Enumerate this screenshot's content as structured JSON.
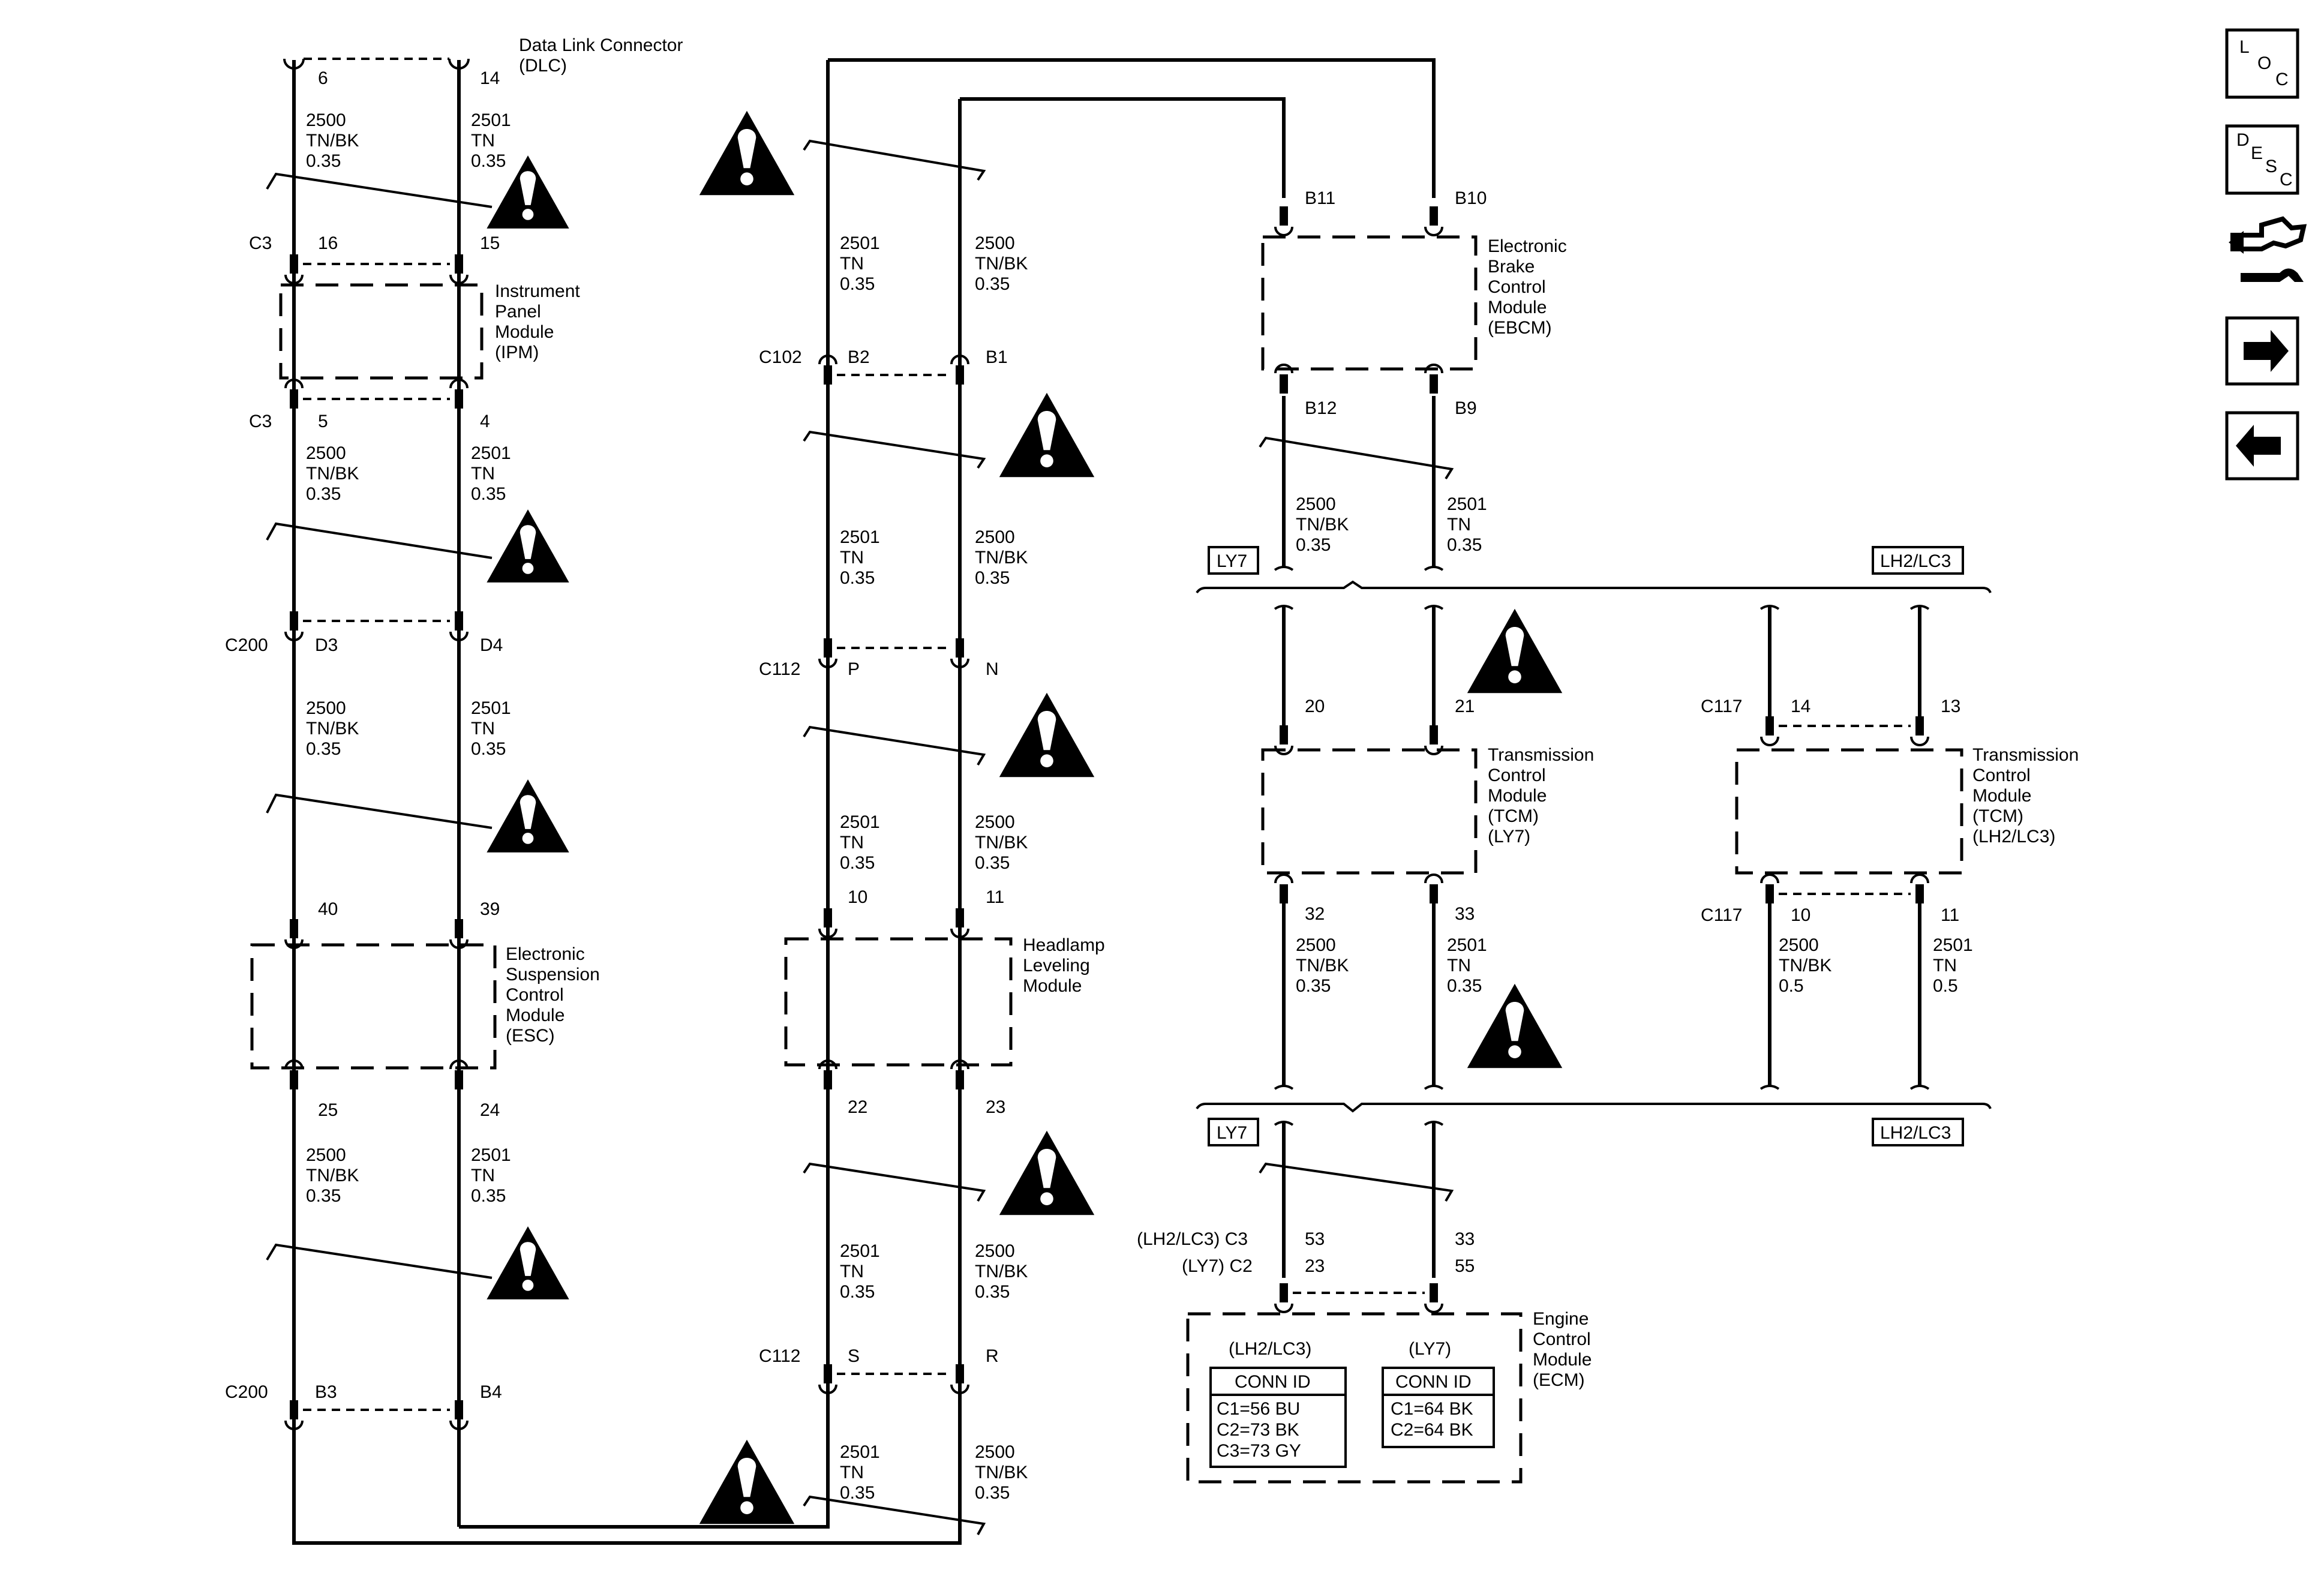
{
  "diagram": {
    "dlc": {
      "name": "Data Link Connector\n(DLC)",
      "left_pin": "6",
      "right_pin": "14",
      "left_wire": "2500\nTN/BK\n0.35",
      "right_wire": "2501\nTN\n0.35"
    },
    "ipm": {
      "name": "Instrument\nPanel\nModule\n(IPM)",
      "top_conn": "C3",
      "top_left_pin": "16",
      "top_right_pin": "15",
      "bottom_conn": "C3",
      "bottom_left_pin": "5",
      "bottom_right_pin": "4",
      "left_wire": "2500\nTN/BK\n0.35",
      "right_wire": "2501\nTN\n0.35"
    },
    "c200_upper": {
      "conn": "C200",
      "left_pin": "D3",
      "right_pin": "D4",
      "left_wire": "2500\nTN/BK\n0.35",
      "right_wire": "2501\nTN\n0.35"
    },
    "esc": {
      "name": "Electronic\nSuspension\nControl\nModule\n(ESC)",
      "top_left_pin": "40",
      "top_right_pin": "39",
      "bottom_left_pin": "25",
      "bottom_right_pin": "24",
      "left_wire": "2500\nTN/BK\n0.35",
      "right_wire": "2501\nTN\n0.35"
    },
    "c200_lower": {
      "conn": "C200",
      "left_pin": "B3",
      "right_pin": "B4"
    },
    "c102": {
      "conn": "C102",
      "left_pin": "B2",
      "right_pin": "B1",
      "top_left_wire": "2501\nTN\n0.35",
      "top_right_wire": "2500\nTN/BK\n0.35",
      "bottom_left_wire": "2501\nTN\n0.35",
      "bottom_right_wire": "2500\nTN/BK\n0.35"
    },
    "c112_upper": {
      "conn": "C112",
      "left_pin": "P",
      "right_pin": "N",
      "left_wire": "2501\nTN\n0.35",
      "right_wire": "2500\nTN/BK\n0.35"
    },
    "hlm": {
      "name": "Headlamp\nLeveling\nModule",
      "top_left_pin": "10",
      "top_right_pin": "11",
      "bottom_left_pin": "22",
      "bottom_right_pin": "23",
      "left_wire": "2501\nTN\n0.35",
      "right_wire": "2500\nTN/BK\n0.35"
    },
    "c112_lower": {
      "conn": "C112",
      "left_pin": "S",
      "right_pin": "R",
      "left_wire": "2501\nTN\n0.35",
      "right_wire": "2500\nTN/BK\n0.35"
    },
    "ebcm": {
      "name": "Electronic\nBrake\nControl\nModule\n(EBCM)",
      "top_left_pin": "B11",
      "top_right_pin": "B10",
      "bottom_left_pin": "B12",
      "bottom_right_pin": "B9",
      "left_wire": "2500\nTN/BK\n0.35",
      "right_wire": "2501\nTN\n0.35"
    },
    "option_left": "LY7",
    "option_right": "LH2/LC3",
    "tcm_ly7": {
      "name": "Transmission\nControl\nModule\n(TCM)\n(LY7)",
      "top_left_pin": "20",
      "top_right_pin": "21",
      "bottom_left_pin": "32",
      "bottom_right_pin": "33",
      "left_wire": "2500\nTN/BK\n0.35",
      "right_wire": "2501\nTN\n0.35"
    },
    "tcm_lh2": {
      "name": "Transmission\nControl\nModule\n(TCM)\n(LH2/LC3)",
      "top_conn": "C117",
      "top_left_pin": "14",
      "top_right_pin": "13",
      "bottom_conn": "C117",
      "bottom_left_pin": "10",
      "bottom_right_pin": "11",
      "left_wire": "2500\nTN/BK\n0.5",
      "right_wire": "2501\nTN\n0.5"
    },
    "ecm": {
      "name": "Engine\nControl\nModule\n(ECM)",
      "conn_line1": "(LH2/LC3) C3",
      "conn_line2": "(LY7) C2",
      "left_pin_a": "53",
      "left_pin_b": "23",
      "right_pin_a": "33",
      "right_pin_b": "55",
      "table_lh2": {
        "heading": "(LH2/LC3)",
        "title": "CONN ID",
        "rows": [
          "C1=56 BU",
          "C2=73 BK",
          "C3=73 GY"
        ]
      },
      "table_ly7": {
        "heading": "(LY7)",
        "title": "CONN ID",
        "rows": [
          "C1=64 BK",
          "C2=64 BK"
        ]
      }
    }
  },
  "nav": {
    "loc": {
      "letters": [
        "L",
        "O",
        "C"
      ]
    },
    "desc": {
      "letters": [
        "D",
        "E",
        "S",
        "C"
      ]
    },
    "icons": [
      "connector-end-view-icon",
      "next-arrow-icon",
      "previous-arrow-icon"
    ]
  }
}
